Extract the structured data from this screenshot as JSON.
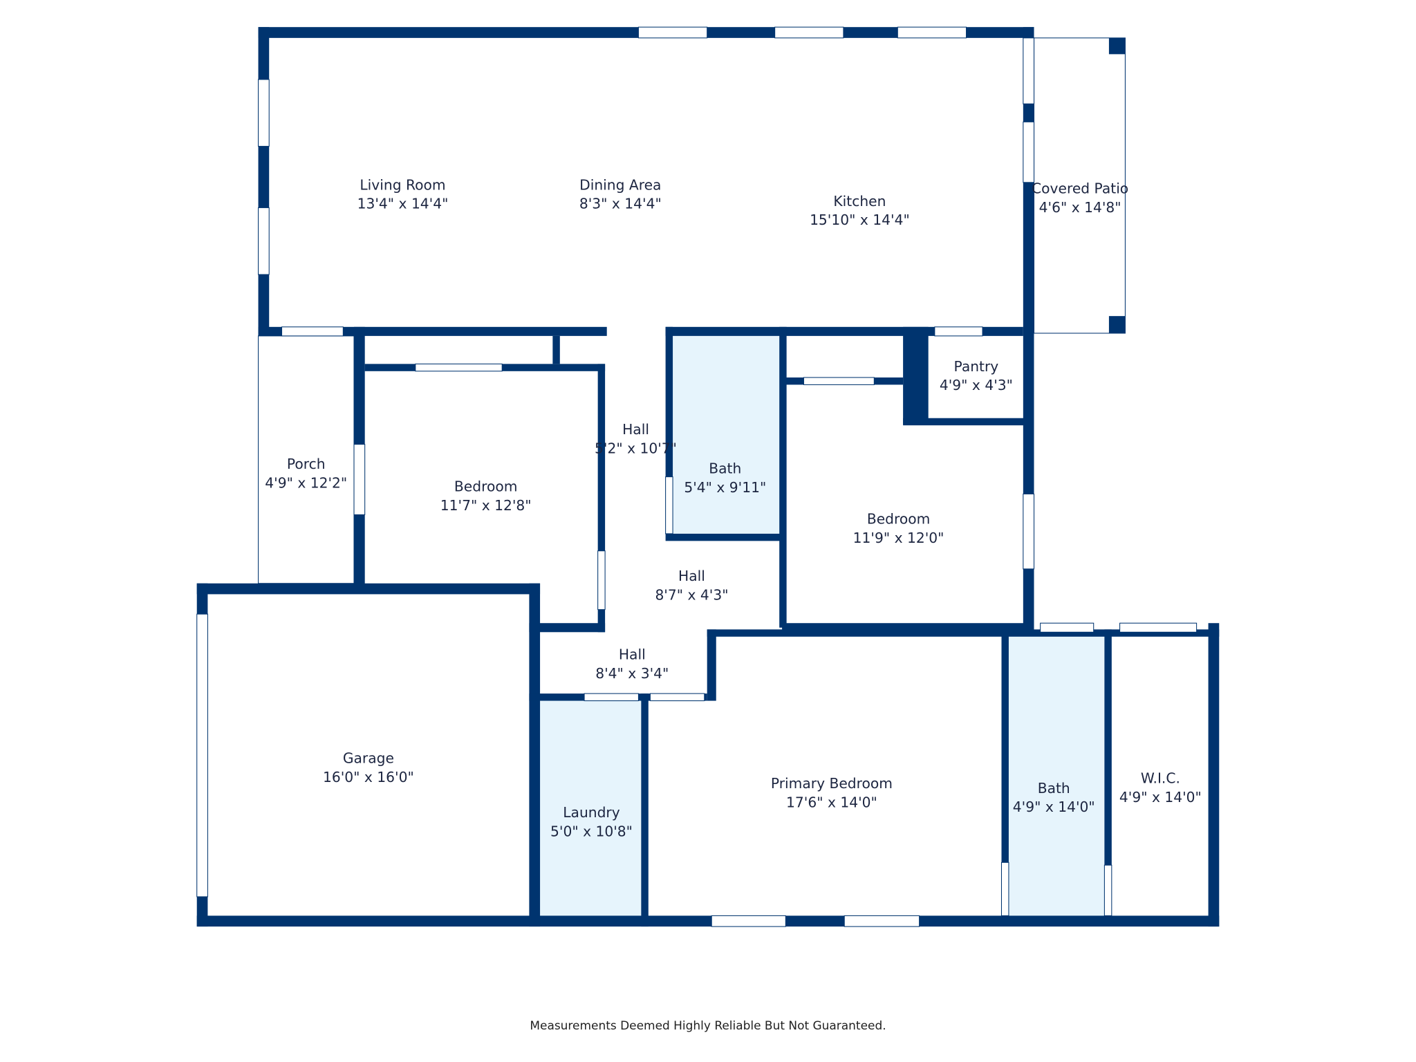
{
  "colors": {
    "wall": "#00346f",
    "bath_fill": "#e6f4fc",
    "window": "#ffffff",
    "text": "#1c2540"
  },
  "rooms": [
    {
      "name": "Living Room",
      "dims": "13'4\" x 14'4\""
    },
    {
      "name": "Dining Area",
      "dims": "8'3\" x 14'4\""
    },
    {
      "name": "Kitchen",
      "dims": "15'10\" x 14'4\""
    },
    {
      "name": "Covered Patio",
      "dims": "4'6\" x 14'8\""
    },
    {
      "name": "Pantry",
      "dims": "4'9\" x 4'3\""
    },
    {
      "name": "Hall",
      "dims": "5'2\" x 10'7\""
    },
    {
      "name": "Bath",
      "dims": "5'4\" x 9'11\""
    },
    {
      "name": "Porch",
      "dims": "4'9\" x 12'2\""
    },
    {
      "name": "Bedroom",
      "dims": "11'7\" x 12'8\""
    },
    {
      "name": "Bedroom",
      "dims": "11'9\" x 12'0\""
    },
    {
      "name": "Hall",
      "dims": "8'7\" x 4'3\""
    },
    {
      "name": "Hall",
      "dims": "8'4\" x 3'4\""
    },
    {
      "name": "Garage",
      "dims": "16'0\" x 16'0\""
    },
    {
      "name": "Laundry",
      "dims": "5'0\" x 10'8\""
    },
    {
      "name": "Primary Bedroom",
      "dims": "17'6\" x 14'0\""
    },
    {
      "name": "Bath",
      "dims": "4'9\" x 14'0\""
    },
    {
      "name": "W.I.C.",
      "dims": "4'9\" x 14'0\""
    }
  ],
  "footer": "Measurements Deemed Highly Reliable But Not Guaranteed."
}
